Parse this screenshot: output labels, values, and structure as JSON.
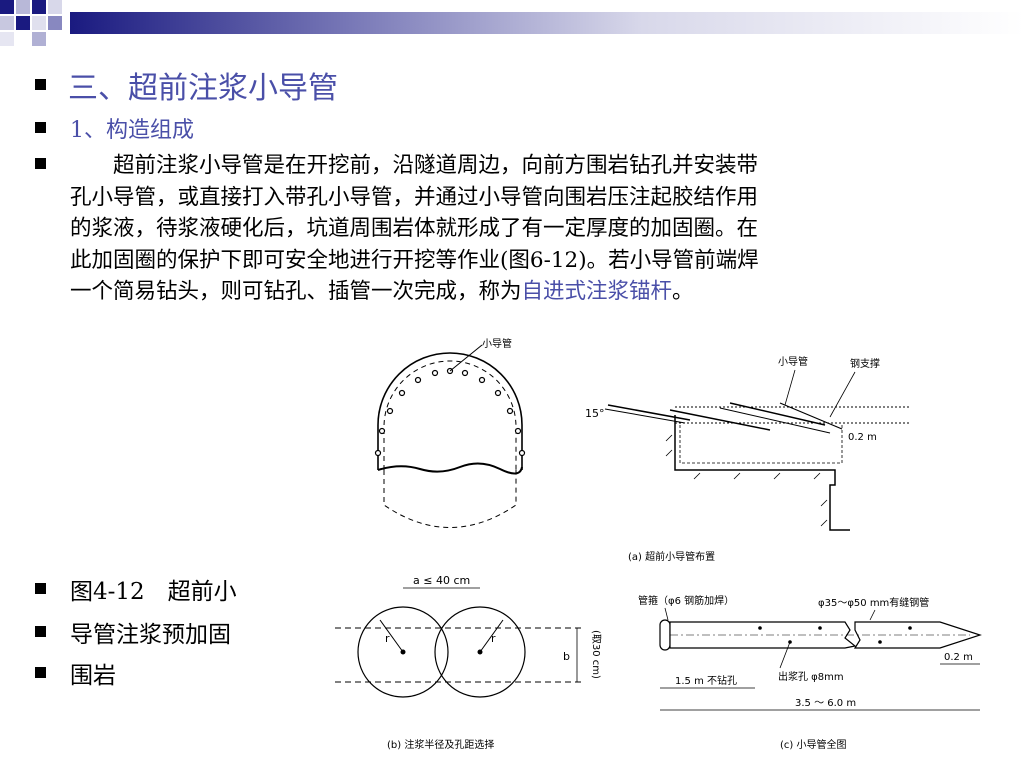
{
  "slide": {
    "title": "三、超前注浆小导管",
    "subtitle": "1、构造组成",
    "paragraph": {
      "lines": [
        "　　超前注浆小导管是在开挖前，沿隧道周边，向前方围岩钻孔并安装带",
        "孔小导管，或直接打入带孔小导管，并通过小导管向围岩压注起胶结作用",
        "的浆液，待浆液硬化后，坑道周围岩体就形成了有一定厚度的加固圈。在",
        "此加固圈的保护下即可安全地进行开挖等作业(图6-12)。若小导管前端焊"
      ],
      "last_line_prefix": "一个简易钻头，则可钻孔、插管一次完成，称为",
      "last_line_link": "自进式注浆锚杆",
      "last_line_suffix": "。"
    },
    "caption_lines": [
      "图4-12　超前小",
      "导管注浆预加固",
      "围岩"
    ]
  },
  "figure": {
    "a": {
      "label_pipe": "小导管",
      "label_pipe2": "小导管",
      "label_steel": "钢支撑",
      "angle": "15°",
      "dim": "0.2 m",
      "caption": "(a) 超前小导管布置"
    },
    "b": {
      "dim_a": "a ≤ 40 cm",
      "r1": "r",
      "r2": "r",
      "b": "b",
      "b_note": "(取30 cm)",
      "caption": "(b) 注浆半径及孔距选择"
    },
    "c": {
      "label_hoop": "管箍（φ6 钢筋加焊）",
      "label_pipe": "φ35～φ50 mm有缝钢管",
      "label_hole": "出浆孔 φ8mm",
      "dim_nodrill": "1.5 m 不钻孔",
      "dim_end": "0.2 m",
      "dim_total": "3.5 ～ 6.0 m",
      "caption": "(c) 小导管全图"
    }
  },
  "colors": {
    "accent": "#4a4fa8",
    "text": "#000000"
  }
}
